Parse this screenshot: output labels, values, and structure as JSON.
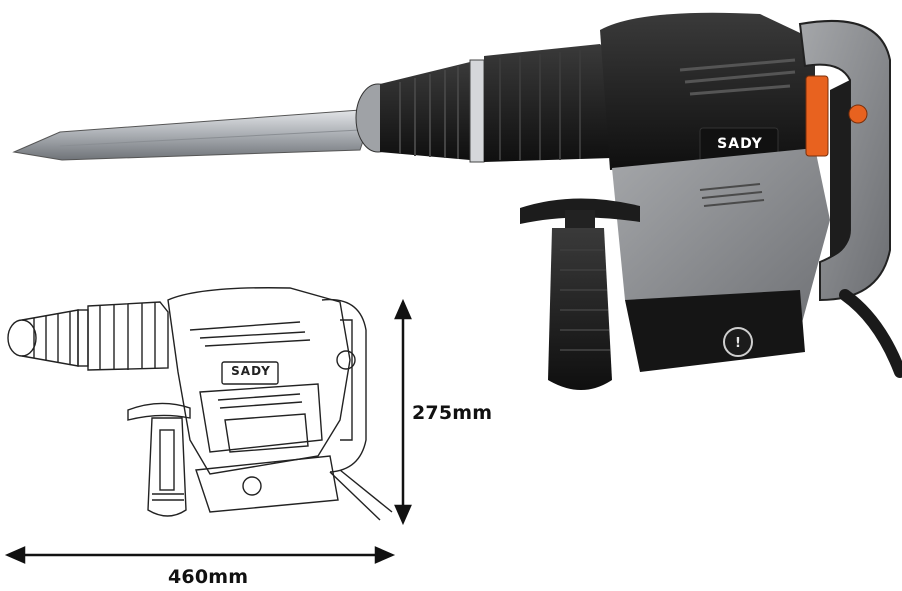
{
  "brand": {
    "logo_text": "SADY"
  },
  "dimensions": {
    "height_label": "275mm",
    "width_label": "460mm"
  },
  "colors": {
    "body_black": "#1c1c1c",
    "body_grey": "#8d8f92",
    "accent_orange": "#e8621f",
    "chisel": "#b9bcc0",
    "line_art": "#222222"
  }
}
